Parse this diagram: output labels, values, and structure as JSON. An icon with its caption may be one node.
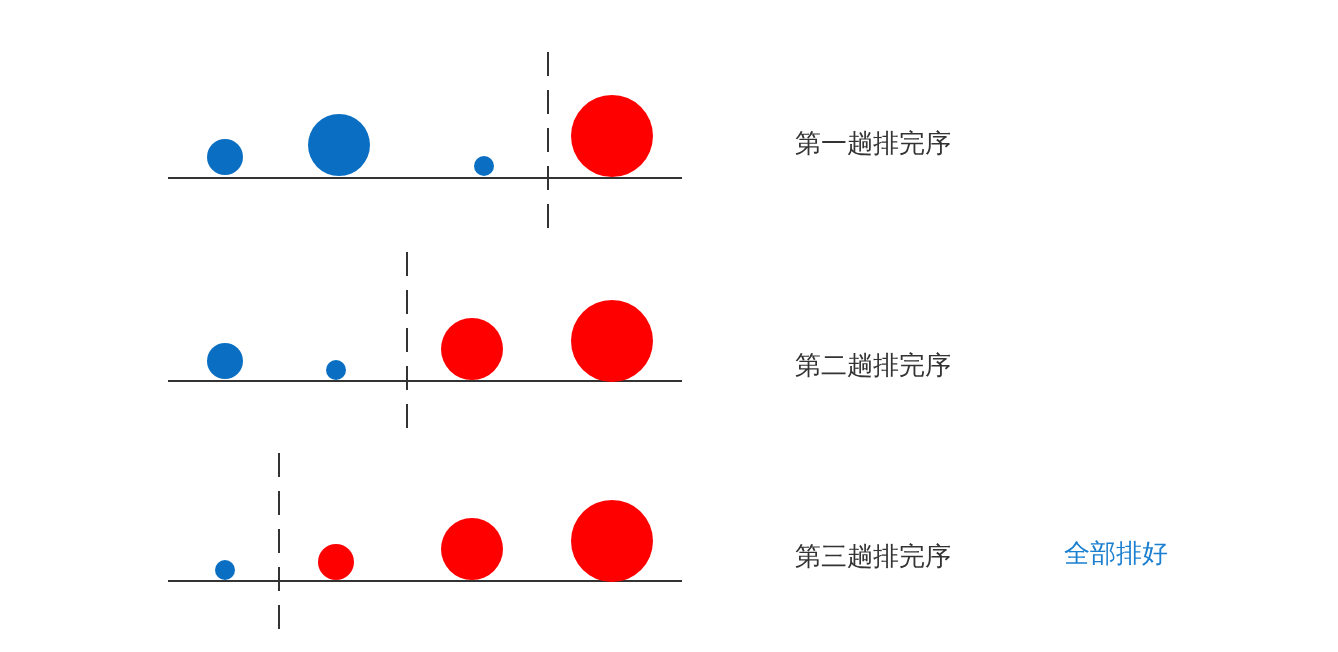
{
  "diagram": {
    "labels": [
      "第一趟排完序",
      "第二趟排完序",
      "第三趟排完序",
      "全部排好"
    ]
  }
}
